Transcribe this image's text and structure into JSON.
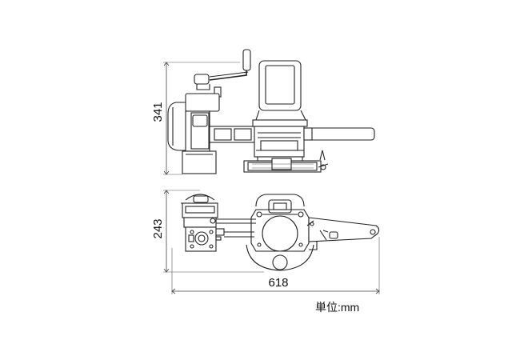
{
  "diagram": {
    "dimensions": {
      "height_side": "341",
      "depth_top": "243",
      "width": "618"
    },
    "unit_label": "単位:mm"
  }
}
